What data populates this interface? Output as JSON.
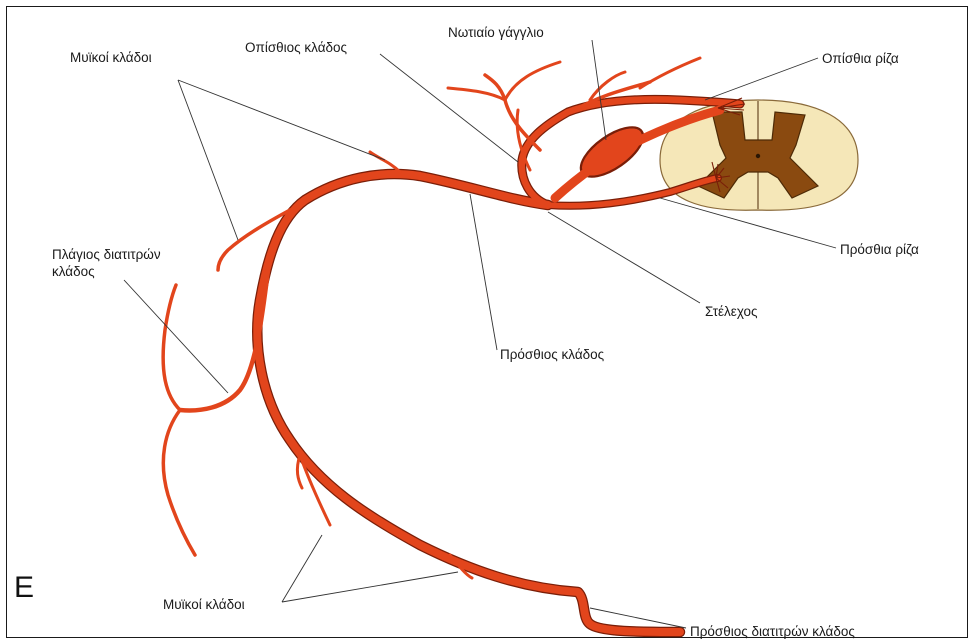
{
  "panel_letter": "E",
  "labels": {
    "posterior_ramus": "Οπίσθιος κλάδος",
    "spinal_ganglion": "Νωτιαίο γάγγλιο",
    "posterior_root": "Οπίσθια ρίζα",
    "muscular_branches_top": "Μυϊκοί κλάδοι",
    "lateral_cutaneous_line1": "Πλάγιος διατιτρών",
    "lateral_cutaneous_line2": "κλάδος",
    "anterior_root": "Πρόσθια ρίζα",
    "trunk": "Στέλεχος",
    "anterior_ramus": "Πρόσθιος κλάδος",
    "muscular_branches_bottom": "Μυϊκοί κλάδοι",
    "anterior_cutaneous": "Πρόσθιος διατιτρών κλάδος"
  },
  "colors": {
    "nerve": "#e2451c",
    "nerve_outline": "#7a1e08",
    "white_matter": "#f5e7b8",
    "gray_matter": "#8a4a10",
    "label_text": "#1a1a1a"
  }
}
